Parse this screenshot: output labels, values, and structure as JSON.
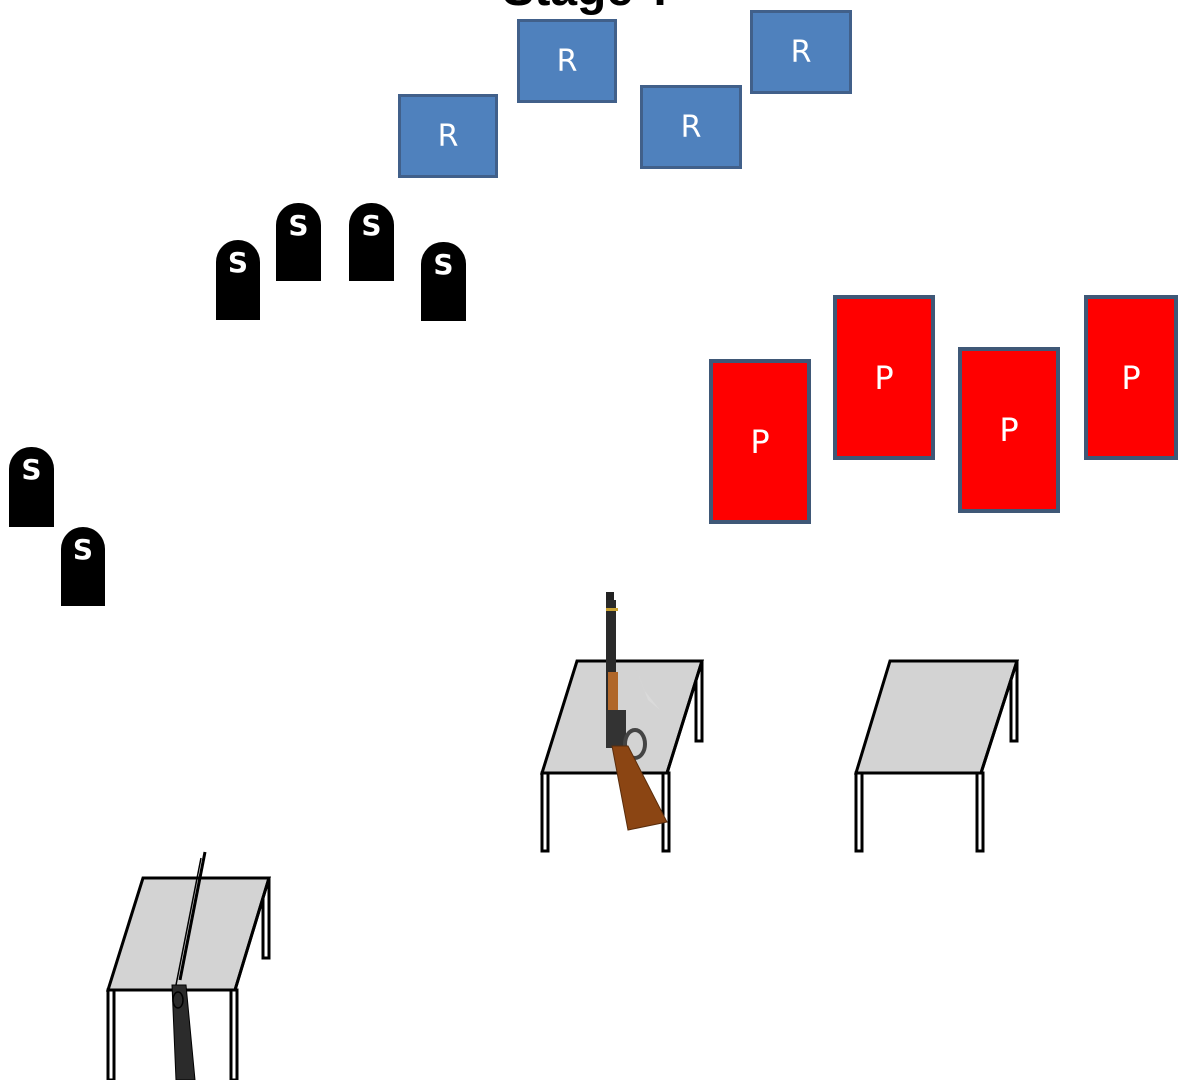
{
  "title": "Stage ?",
  "colors": {
    "rifle_target": "#4F81BD",
    "pistol_target": "#FF0000",
    "shotgun_target": "#000000",
    "table_top": "#D3D3D3",
    "rifle_stock": "#8B4513"
  },
  "rifle_targets": [
    {
      "label": "R"
    },
    {
      "label": "R"
    },
    {
      "label": "R"
    },
    {
      "label": "R"
    }
  ],
  "pistol_targets": [
    {
      "label": "P"
    },
    {
      "label": "P"
    },
    {
      "label": "P"
    },
    {
      "label": "P"
    }
  ],
  "shotgun_targets": [
    {
      "label": "S"
    },
    {
      "label": "S"
    },
    {
      "label": "S"
    },
    {
      "label": "S"
    },
    {
      "label": "S"
    },
    {
      "label": "S"
    }
  ],
  "tables": [
    {
      "name": "table-left",
      "has_gun": "shotgun"
    },
    {
      "name": "table-center",
      "has_gun": "lever-action-rifle"
    },
    {
      "name": "table-right",
      "has_gun": "none"
    }
  ]
}
